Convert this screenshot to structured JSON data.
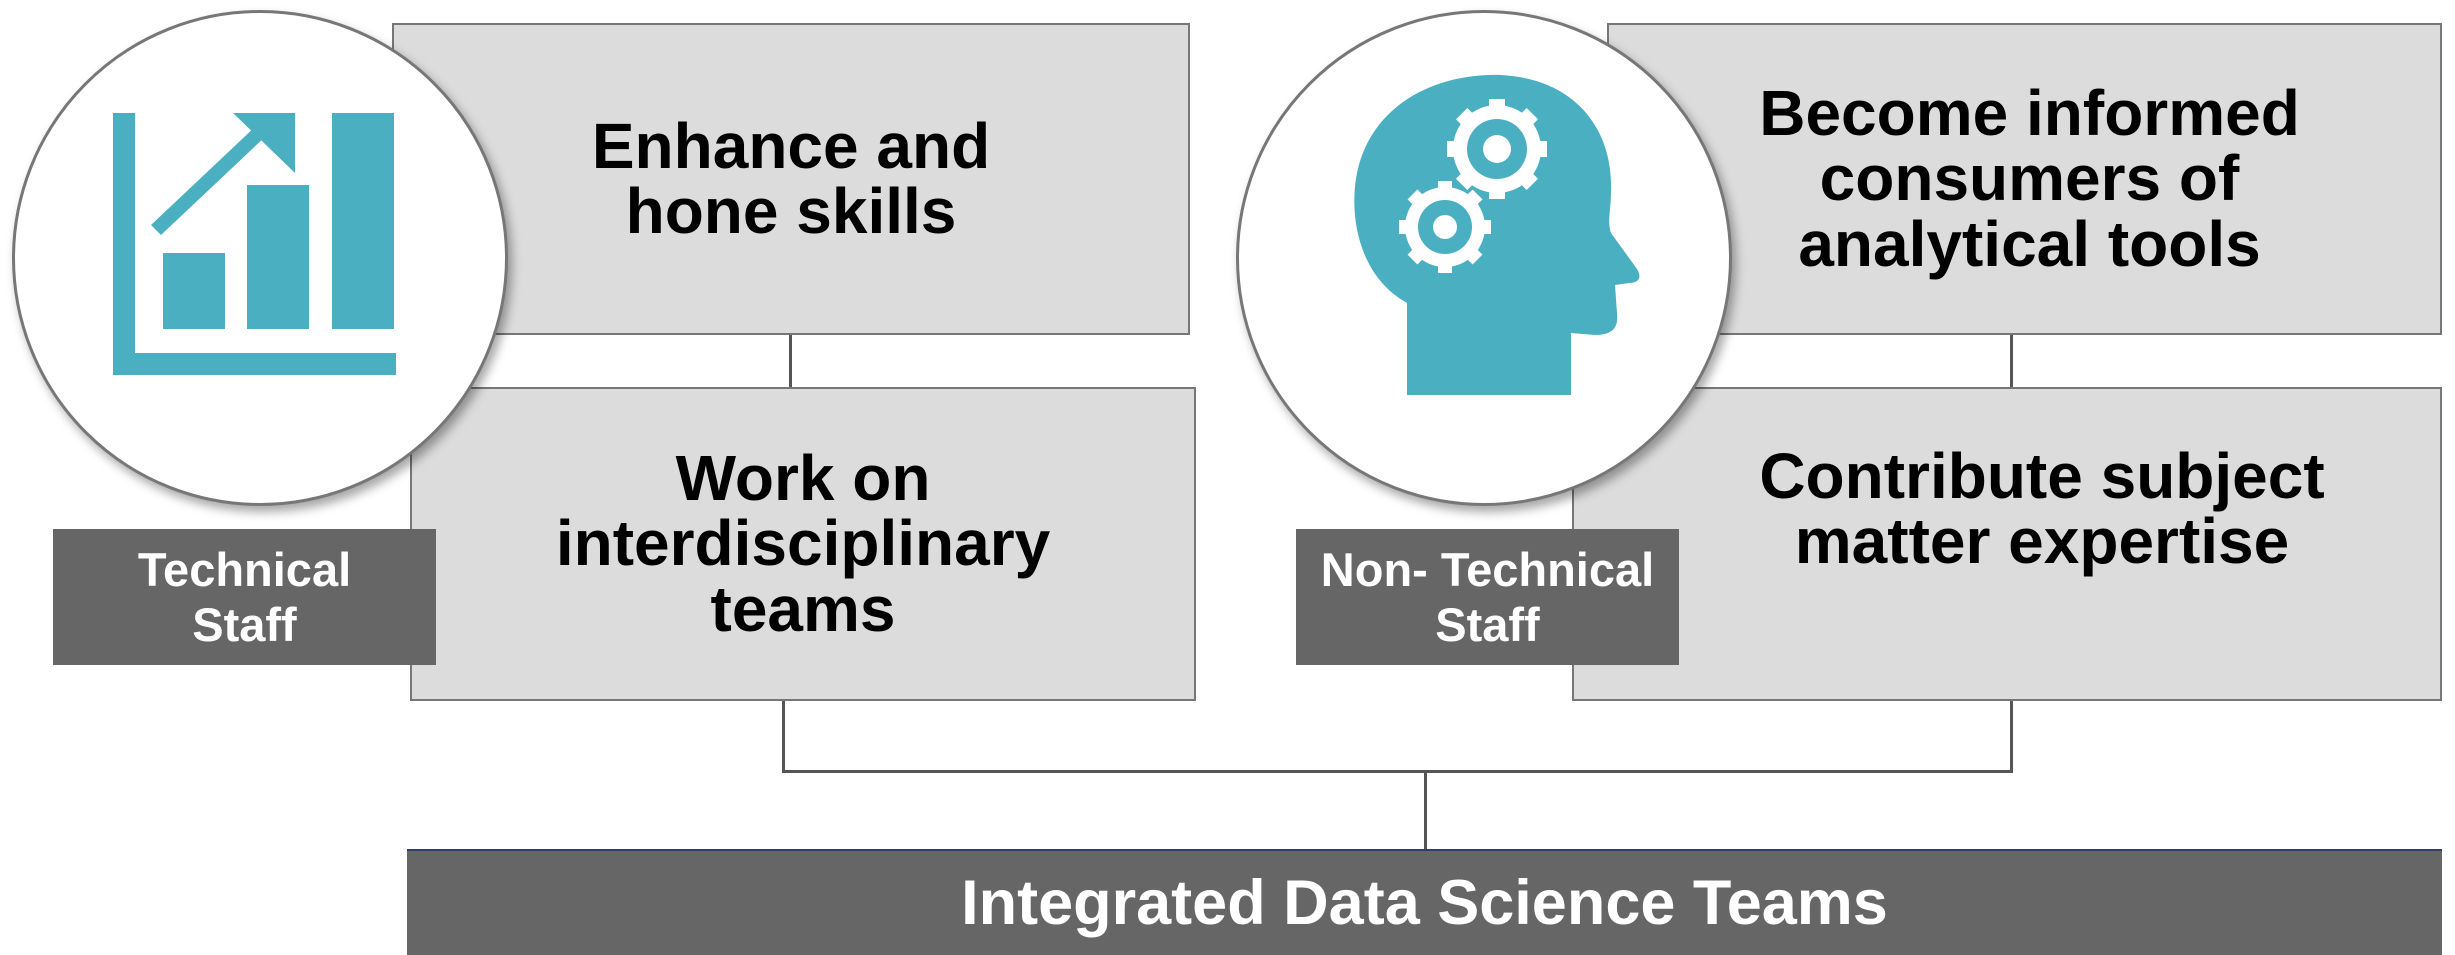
{
  "left_panel": {
    "top_box": "Enhance and\nhone skills",
    "bottom_box": "Work on\ninterdisciplinary\nteams",
    "label": "Technical\nStaff",
    "icon": "bar-chart-growth-icon"
  },
  "right_panel": {
    "top_box": "Become informed\nconsumers of\nanalytical tools",
    "bottom_box": "Contribute subject\nmatter expertise",
    "label": "Non- Technical\nStaff",
    "icon": "head-gears-icon"
  },
  "banner": {
    "text": "Integrated Data Science Teams"
  },
  "colors": {
    "icon_teal": "#4bafc2",
    "box_fill": "#dcdcdc",
    "label_fill": "#666666"
  }
}
